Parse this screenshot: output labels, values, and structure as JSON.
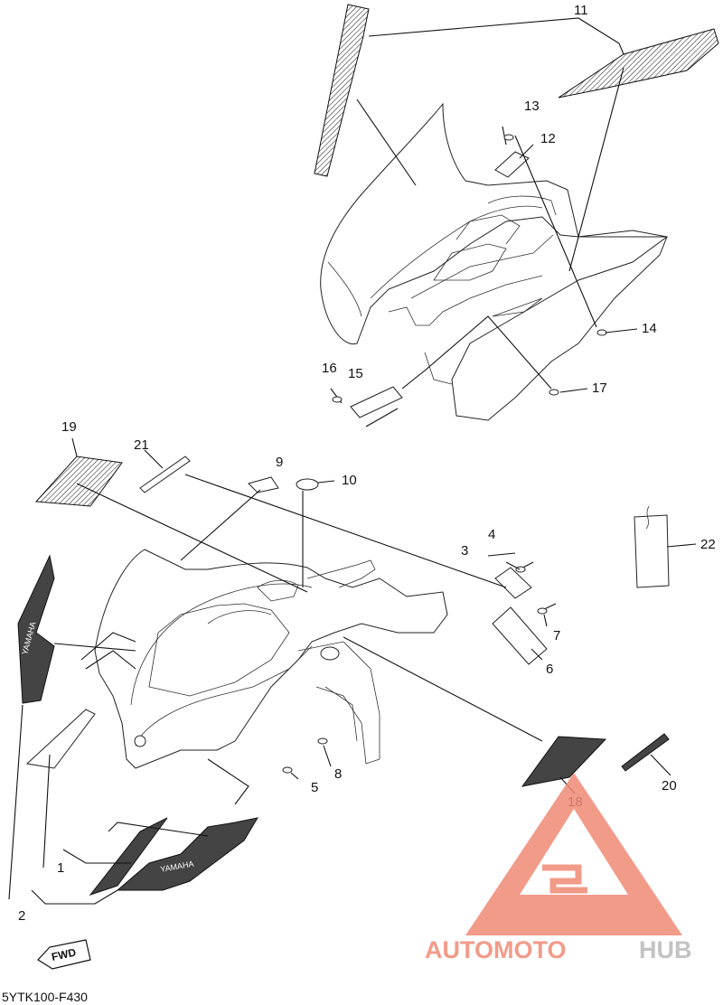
{
  "diagram": {
    "callouts": [
      "1",
      "2",
      "3",
      "4",
      "5",
      "6",
      "7",
      "8",
      "9",
      "10",
      "11",
      "12",
      "13",
      "14",
      "15",
      "16",
      "17",
      "18",
      "19",
      "20",
      "21",
      "22"
    ],
    "drawing_code": "5YTK100-F430",
    "fwd_label": "FWD",
    "decal_text": "YAMAHA",
    "watermark": {
      "part1": "AUTOMOTO",
      "part2": "HUB",
      "color_primary": "#f08a75",
      "color_secondary": "#b9b9b9"
    }
  }
}
